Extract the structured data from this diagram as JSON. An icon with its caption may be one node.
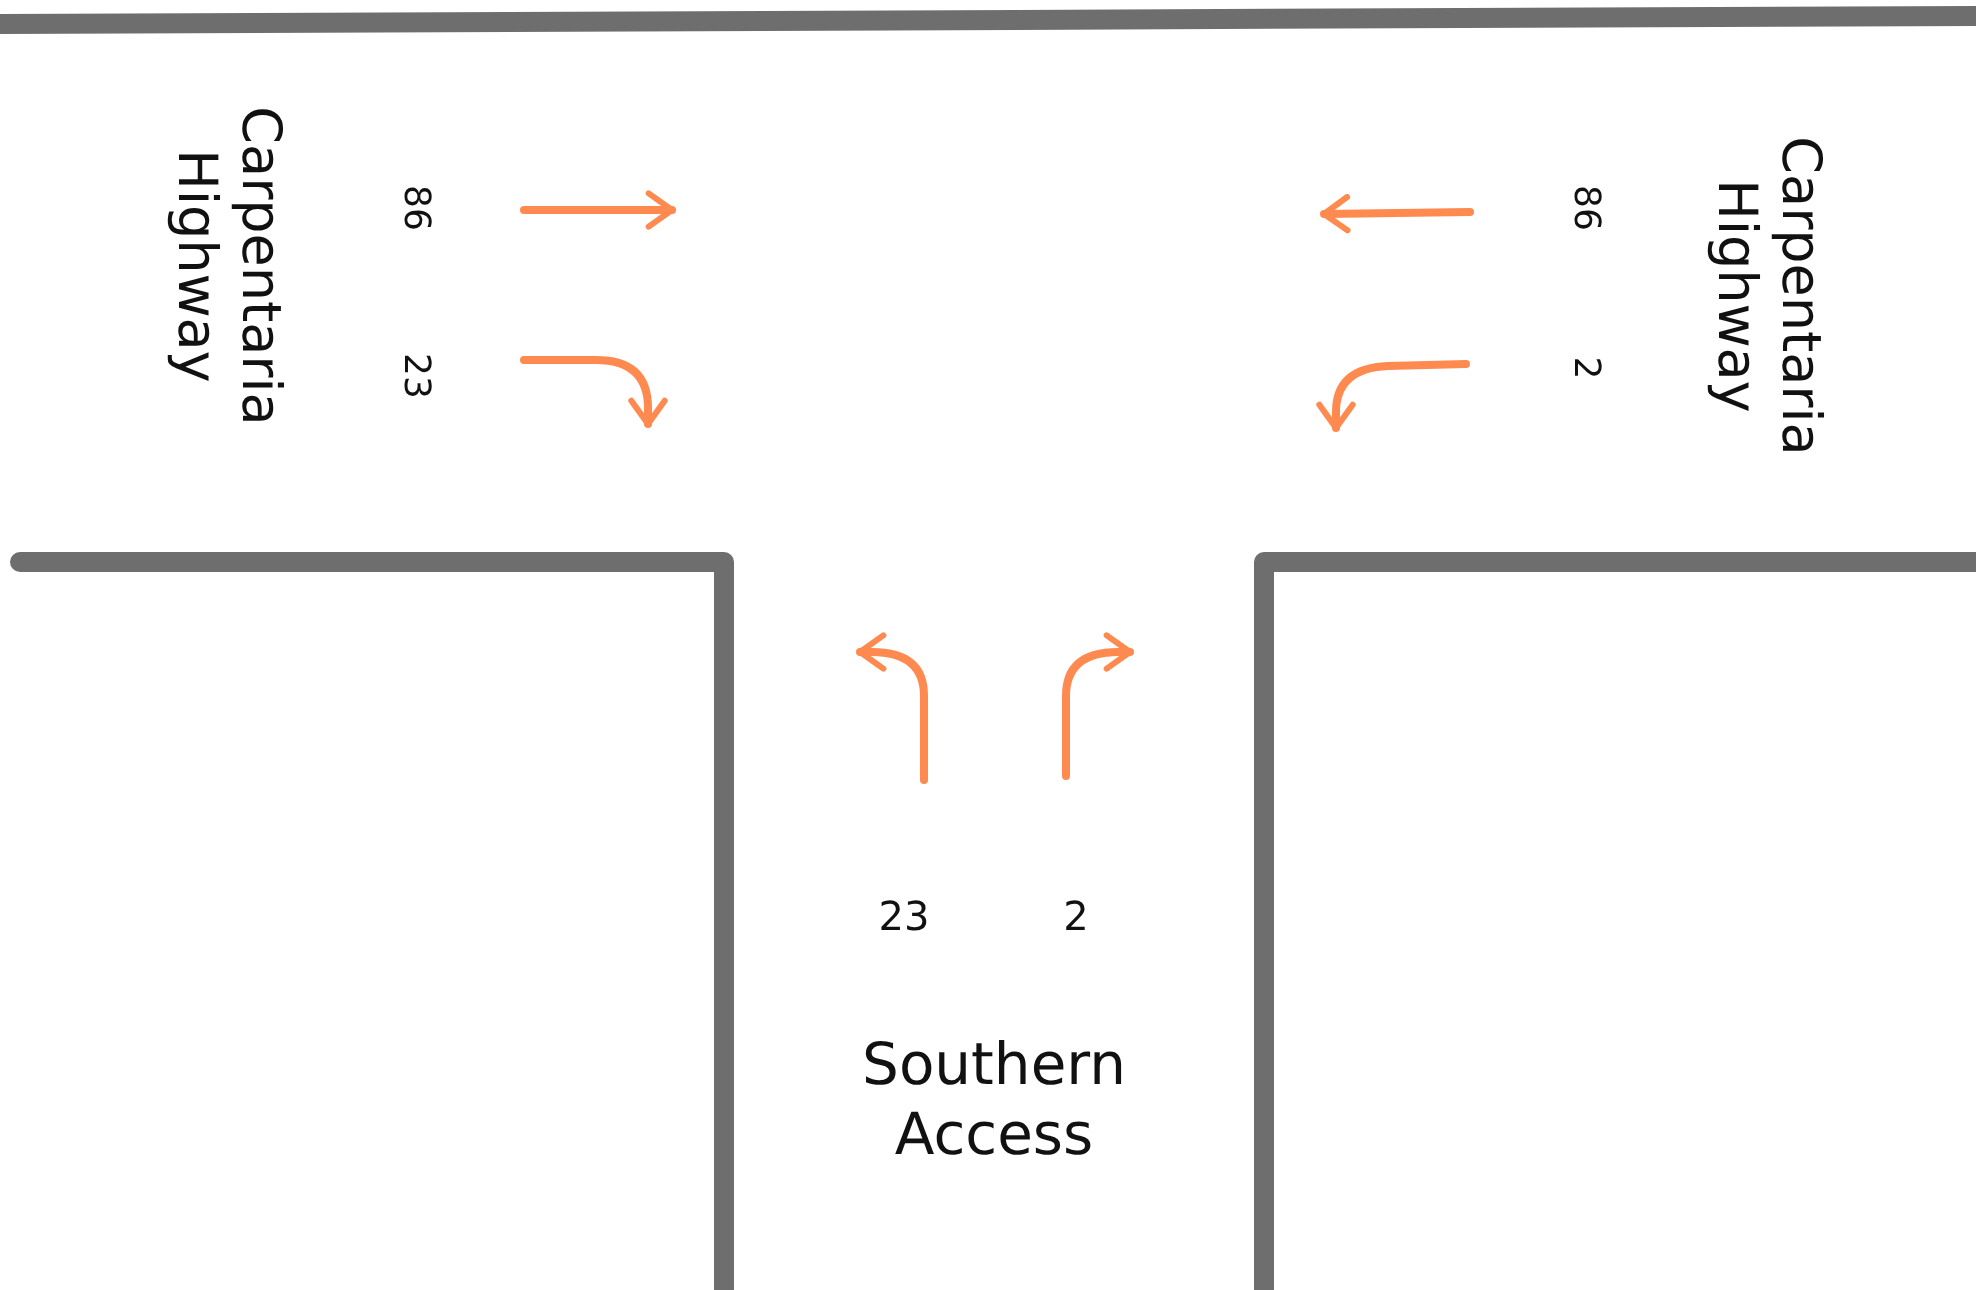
{
  "diagram": {
    "labels": [
      "Carpentaria Highway",
      "86",
      "23",
      "86",
      "2",
      "Carpentaria Highway",
      "23",
      "2",
      "Southern Access"
    ]
  }
}
